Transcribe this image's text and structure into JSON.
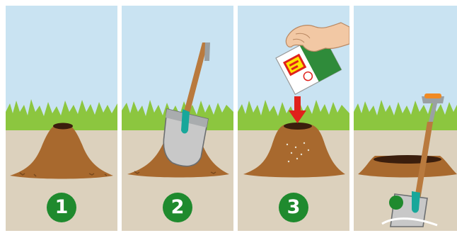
{
  "steps": [
    {
      "number": "1",
      "illustration": "dirt-mound-with-hole"
    },
    {
      "number": "2",
      "illustration": "spade-digging-mound"
    },
    {
      "number": "3",
      "illustration": "hand-pouring-granule-bag"
    },
    {
      "number": "",
      "illustration": "spade-filling-hole"
    }
  ],
  "colors": {
    "sky": "#c9e3f2",
    "grass": "#8cc63f",
    "ground": "#dcd1bd",
    "soil": "#a8692e",
    "badge": "#1f8a2e",
    "arrow": "#e0211b"
  }
}
